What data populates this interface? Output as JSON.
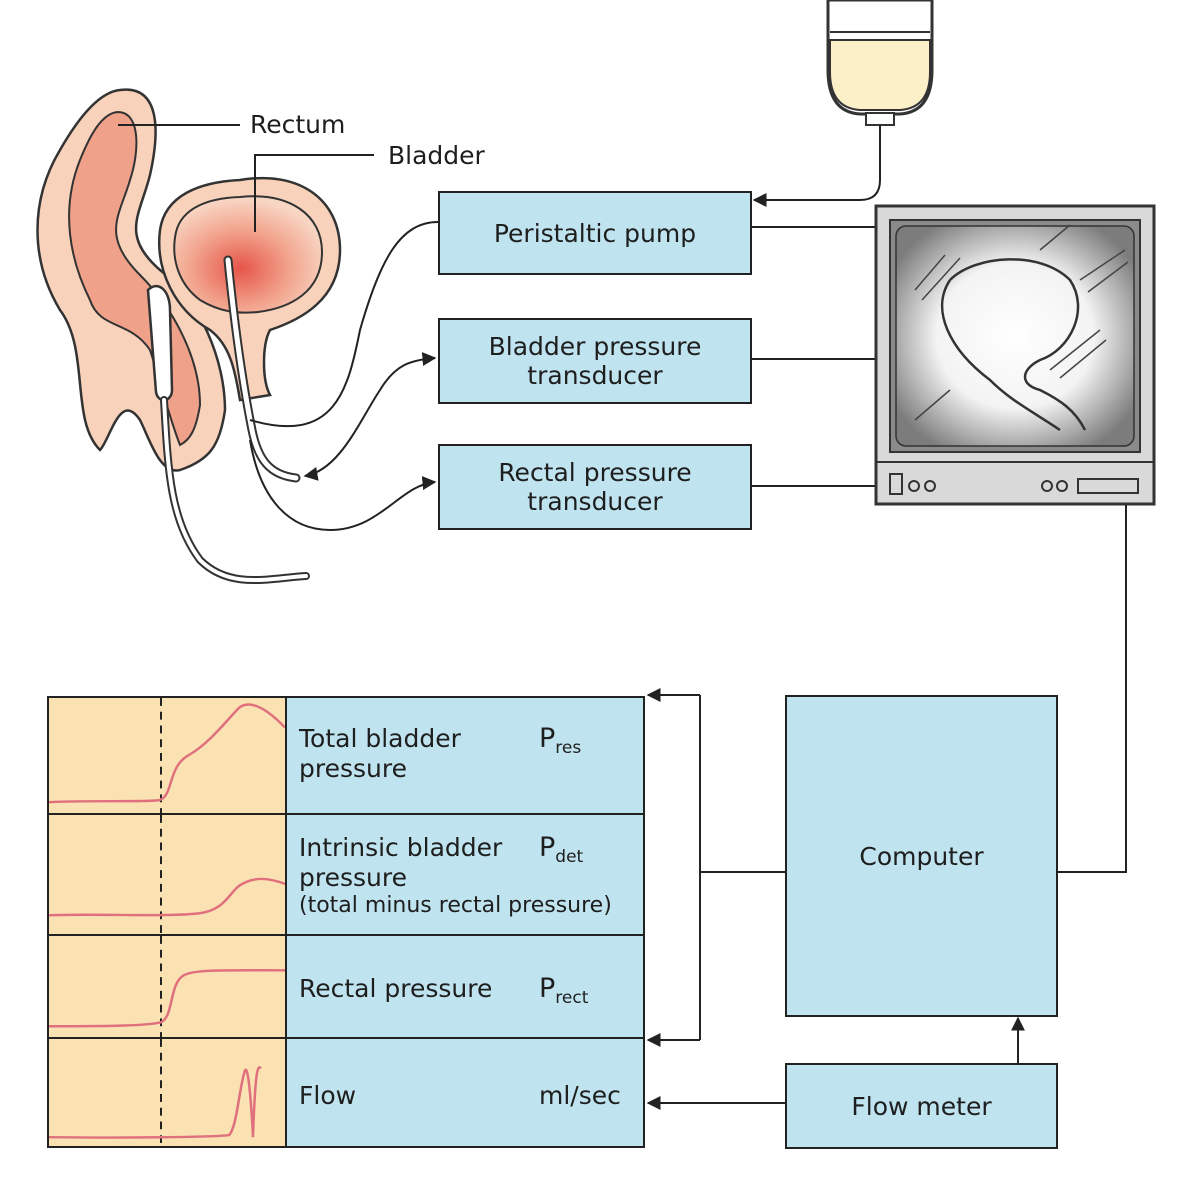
{
  "labels": {
    "rectum": "Rectum",
    "bladder": "Bladder"
  },
  "boxes": {
    "pump": "Peristaltic pump",
    "bladder_transducer": [
      "Bladder pressure",
      "transducer"
    ],
    "rectal_transducer": [
      "Rectal pressure",
      "transducer"
    ],
    "computer": "Computer",
    "flow_meter": "Flow meter"
  },
  "output_rows": [
    {
      "name": [
        "Total bladder",
        "pressure"
      ],
      "note": "",
      "symbol": "P",
      "symbol_sub": "res"
    },
    {
      "name": [
        "Intrinsic bladder",
        "pressure"
      ],
      "note": "(total minus rectal pressure)",
      "symbol": "P",
      "symbol_sub": "det"
    },
    {
      "name": [
        "Rectal pressure"
      ],
      "note": "",
      "symbol": "P",
      "symbol_sub": "rect"
    },
    {
      "name": [
        "Flow"
      ],
      "note": "",
      "symbol": "ml/sec",
      "symbol_sub": ""
    }
  ],
  "colors": {
    "box_fill": "#bfe3ef",
    "graph_fill": "#fbe2b2",
    "trace": "#e0707e",
    "tissue_outer": "#f7cdb3",
    "tissue_inner": "#ee9a82"
  }
}
